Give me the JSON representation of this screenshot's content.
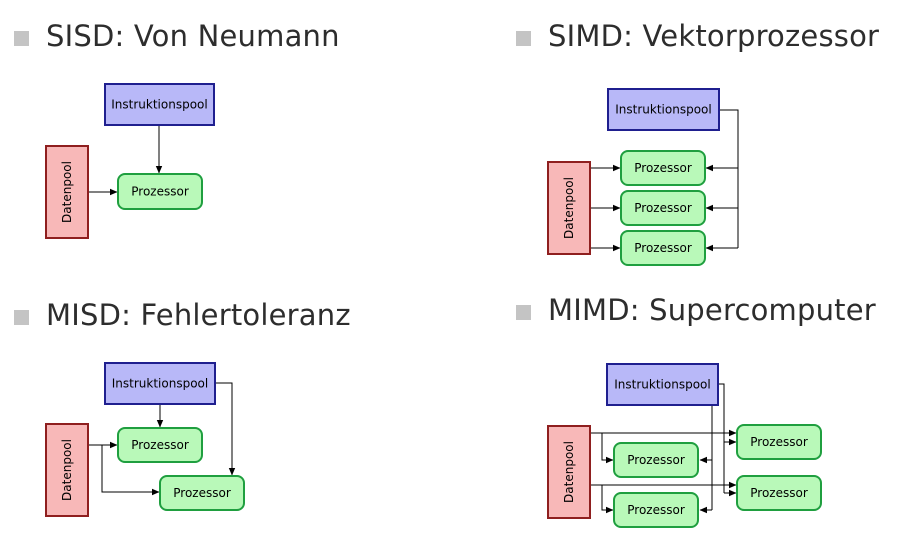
{
  "sections": [
    {
      "title": "SISD: Von Neumann",
      "instruction_pool": "Instruktionspool",
      "data_pool": "Datenpool",
      "processors": [
        "Prozessor"
      ]
    },
    {
      "title": "SIMD: Vektorprozessor",
      "instruction_pool": "Instruktionspool",
      "data_pool": "Datenpool",
      "processors": [
        "Prozessor",
        "Prozessor",
        "Prozessor"
      ]
    },
    {
      "title": "MISD: Fehlertoleranz",
      "instruction_pool": "Instruktionspool",
      "data_pool": "Datenpool",
      "processors": [
        "Prozessor",
        "Prozessor"
      ]
    },
    {
      "title": "MIMD: Supercomputer",
      "instruction_pool": "Instruktionspool",
      "data_pool": "Datenpool",
      "processors": [
        "Prozessor",
        "Prozessor",
        "Prozessor",
        "Prozessor"
      ]
    }
  ],
  "colors": {
    "instruction_pool_fill": "#b8b8f8",
    "data_pool_fill": "#f8b8b8",
    "processor_fill": "#b9f9b9"
  }
}
